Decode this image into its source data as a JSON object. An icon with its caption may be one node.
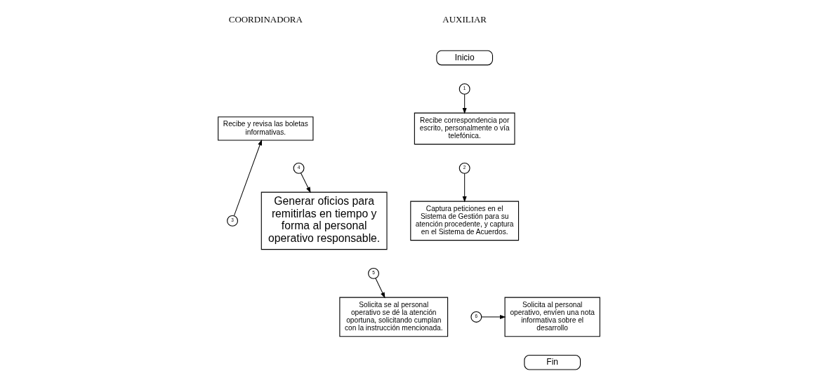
{
  "diagram": {
    "nodes": [
      {
        "text": [
          "Inicio"
        ]
      },
      {
        "text": [
          "1"
        ]
      },
      {
        "text": [
          "Recibe correspondencia por escrito, personalmente o vía telefónica."
        ]
      },
      {
        "text": [
          "2"
        ]
      },
      {
        "text": [
          "Captura peticiones en el Sistema de Gestión para su atención procedente, y captura en el Sistema de Acuerdos."
        ]
      },
      {
        "text": [
          "3"
        ]
      },
      {
        "text": [
          "Recibe y revisa las boletas informativas."
        ]
      },
      {
        "text": [
          "4"
        ]
      },
      {
        "text": [
          "Generar oficios para remitirlas en tiempo y forma al personal operativo responsable."
        ]
      },
      {
        "text": [
          "5"
        ]
      },
      {
        "text": [
          "Solicita se al personal operativo se dé la atención oportuna, solicitando cumplan con la instrucción mencionada."
        ]
      },
      {
        "text": [
          "6"
        ]
      },
      {
        "text": [
          "Solicita al personal operativo, envíen una nota informativa sobre el desarrollo"
        ]
      },
      {
        "text": [
          "Fin"
        ]
      }
    ],
    "edges": [
      {
        "from": 1,
        "to": 2,
        "arrow": "to"
      },
      {
        "from": 3,
        "to": 4,
        "arrow": "to"
      },
      {
        "from": 5,
        "to": 6,
        "arrow": "to"
      },
      {
        "from": 7,
        "to": 8,
        "arrow": "to"
      },
      {
        "from": 9,
        "to": 10,
        "arrow": "to"
      },
      {
        "from": 11,
        "to": 12,
        "arrow": "to"
      }
    ],
    "labels": [
      "COORDINADORA",
      "AUXILIAR"
    ]
  }
}
